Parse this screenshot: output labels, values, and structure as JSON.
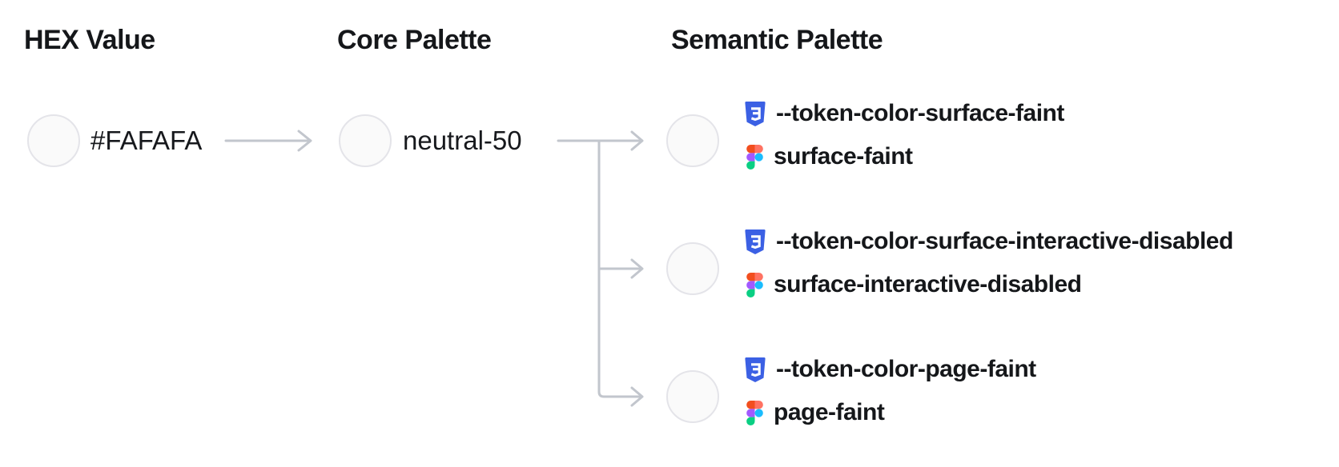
{
  "headers": {
    "hex": "HEX Value",
    "core": "Core Palette",
    "semantic": "Semantic Palette"
  },
  "hex": {
    "value": "#FAFAFA",
    "swatch": "#FAFAFA"
  },
  "core": {
    "name": "neutral-50",
    "swatch": "#FAFAFA"
  },
  "semantic_tokens": [
    {
      "css": "--token-color-surface-faint",
      "figma": "surface-faint",
      "swatch": "#FAFAFA"
    },
    {
      "css": "--token-color-surface-interactive-disabled",
      "figma": "surface-interactive-disabled",
      "swatch": "#FAFAFA"
    },
    {
      "css": "--token-color-page-faint",
      "figma": "page-faint",
      "swatch": "#FAFAFA"
    }
  ],
  "icons": {
    "css": "css3-shield-icon",
    "figma": "figma-logo-icon"
  },
  "colors": {
    "swatch_border": "#E4E4E9",
    "arrow": "#C2C6CD",
    "text": "#15171A",
    "css_icon_blue": "#3B60E4",
    "figma_orange": "#F24E1E",
    "figma_salmon": "#FF7262",
    "figma_purple": "#A259FF",
    "figma_blue": "#1ABCFE",
    "figma_green": "#0ACF83"
  }
}
